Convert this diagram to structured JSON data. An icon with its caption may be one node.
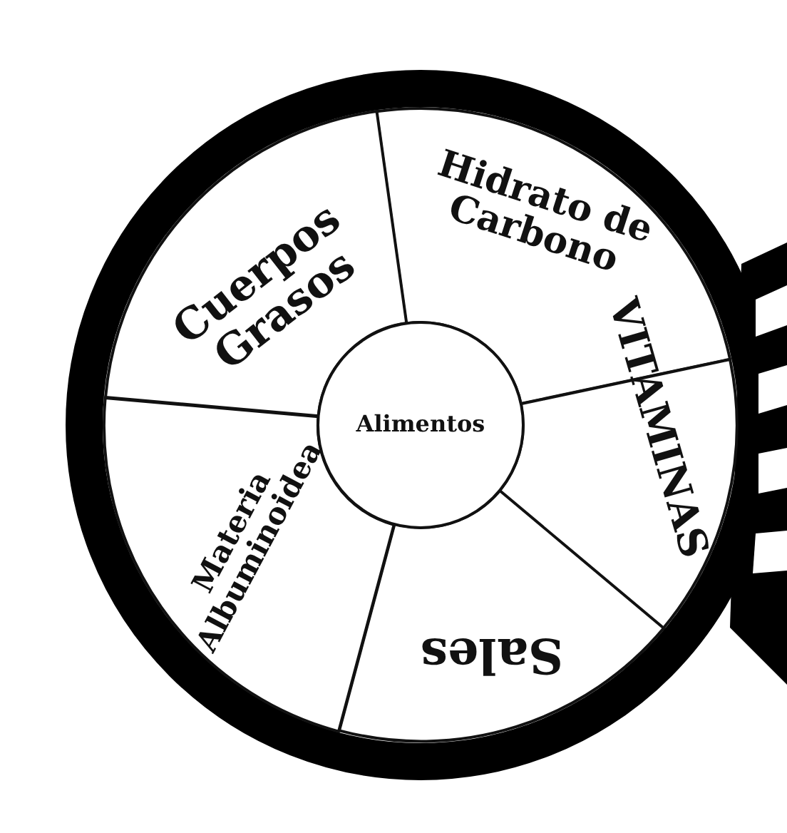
{
  "diagram": {
    "nodes": [
      {
        "text": [
          "Hidrato de Carbono"
        ]
      },
      {
        "text": [
          "VITAMINAS"
        ]
      },
      {
        "text": [
          "Sales"
        ]
      },
      {
        "text": [
          "Materia Albuminoidea"
        ]
      },
      {
        "text": [
          "Cuerpos Grasos"
        ]
      },
      {
        "text": [
          "Alimentos"
        ]
      }
    ],
    "edges": []
  }
}
